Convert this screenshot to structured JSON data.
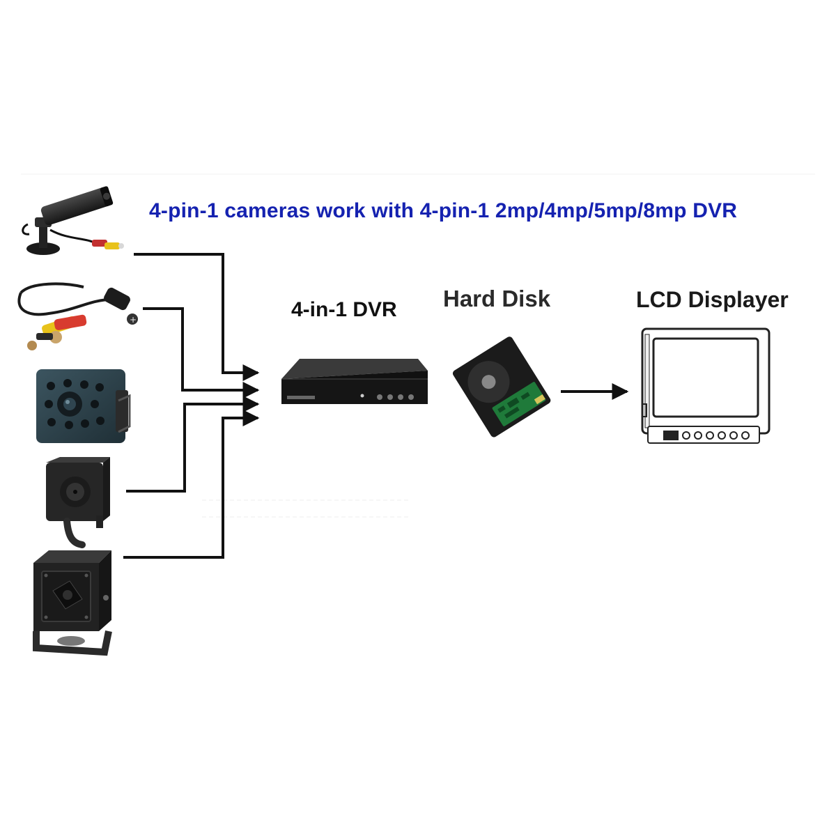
{
  "headline": "4-pin-1 cameras work with 4-pin-1 2mp/4mp/5mp/8mp DVR",
  "nodes": {
    "dvr": {
      "label": "4-in-1 DVR"
    },
    "hard_disk": {
      "label": "Hard Disk"
    },
    "lcd": {
      "label": "LCD Displayer"
    }
  },
  "cameras": [
    {
      "icon": "bullet-camera-icon"
    },
    {
      "icon": "cable-pinhole-camera-icon"
    },
    {
      "icon": "ir-board-camera-icon"
    },
    {
      "icon": "mini-pinhole-camera-icon"
    },
    {
      "icon": "square-pinhole-camera-icon"
    }
  ],
  "colors": {
    "headline": "#1522b0",
    "lines": "#111111"
  }
}
